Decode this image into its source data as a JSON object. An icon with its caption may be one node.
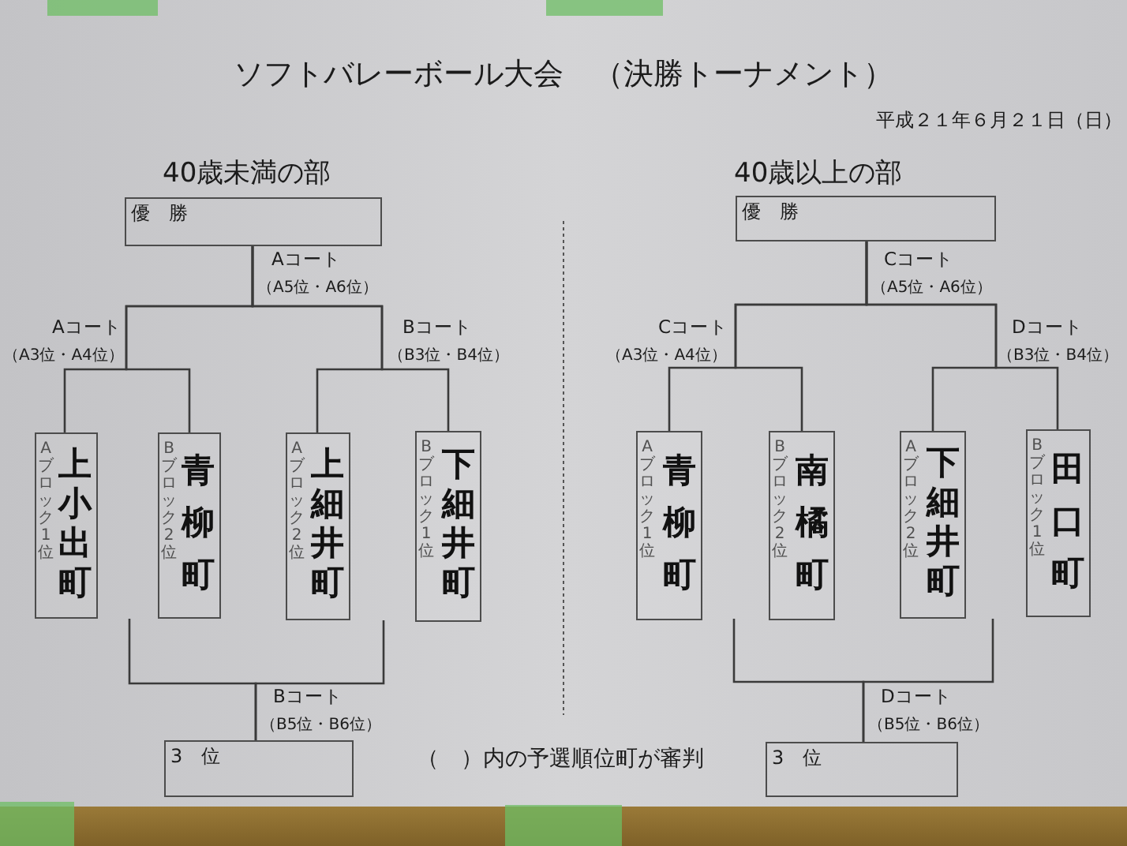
{
  "diagram": {
    "title": "ソフトバレーボール大会　（決勝トーナメント）",
    "nodes": [
      {
        "text": [
          "優　勝"
        ]
      },
      {
        "text": [
          "Aブロック1位",
          "上小出町"
        ]
      },
      {
        "text": [
          "Bブロック2位",
          "青柳町"
        ]
      },
      {
        "text": [
          "Aブロック2位",
          "上細井町"
        ]
      },
      {
        "text": [
          "Bブロック1位",
          "下細井町"
        ]
      },
      {
        "text": [
          "3　位"
        ]
      },
      {
        "text": [
          "優　勝"
        ]
      },
      {
        "text": [
          "Aブロック1位",
          "青柳町"
        ]
      },
      {
        "text": [
          "Bブロック2位",
          "南橘町"
        ]
      },
      {
        "text": [
          "Aブロック2位",
          "下細井町"
        ]
      },
      {
        "text": [
          "Bブロック1位",
          "田口町"
        ]
      },
      {
        "text": [
          "3　位"
        ]
      }
    ],
    "edges": [
      {
        "from": 1,
        "to": 0,
        "arrow": "none"
      },
      {
        "from": 2,
        "to": 0,
        "arrow": "none"
      },
      {
        "from": 3,
        "to": 0,
        "arrow": "none"
      },
      {
        "from": 4,
        "to": 0,
        "arrow": "none"
      },
      {
        "from": 7,
        "to": 6,
        "arrow": "none"
      },
      {
        "from": 8,
        "to": 6,
        "arrow": "none"
      },
      {
        "from": 9,
        "to": 6,
        "arrow": "none"
      },
      {
        "from": 10,
        "to": 6,
        "arrow": "none"
      },
      {
        "from": null,
        "to": 5,
        "arrow": "none"
      },
      {
        "from": null,
        "to": 5,
        "arrow": "none"
      },
      {
        "from": null,
        "to": 11,
        "arrow": "none"
      },
      {
        "from": null,
        "to": 11,
        "arrow": "none"
      }
    ],
    "labels": [
      "平成２１年６月２１日（日）",
      "40歳未満の部",
      "40歳以上の部",
      "Aコート",
      "（A5位・A6位）",
      "Cコート",
      "（A5位・A6位）",
      "Aコート",
      "（A3位・A4位）",
      "Bコート",
      "（B3位・B4位）",
      "Cコート",
      "（A3位・A4位）",
      "Dコート",
      "（B3位・B4位）",
      "Bコート",
      "（B5位・B6位）",
      "Dコート",
      "（B5位・B6位）",
      "（　）内の予選順位町が審判"
    ]
  }
}
